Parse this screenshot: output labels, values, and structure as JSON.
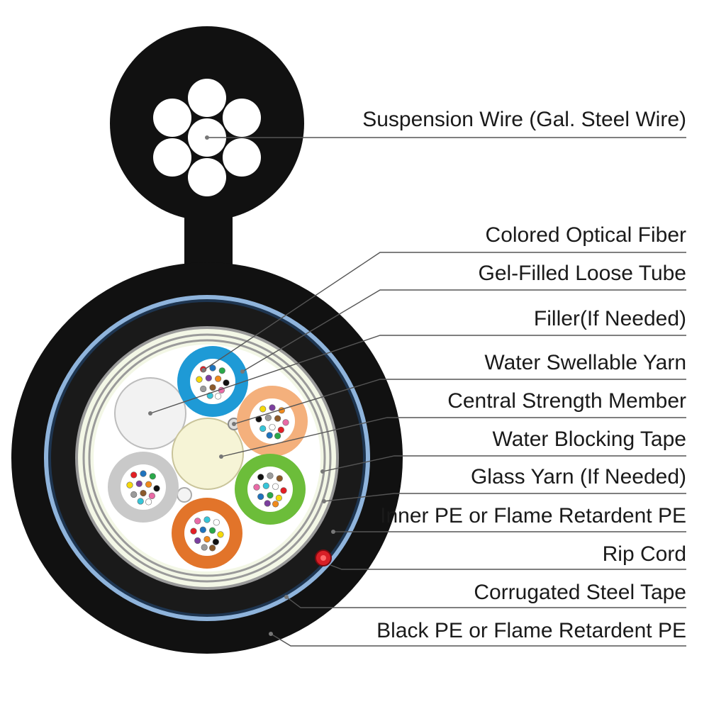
{
  "labels": [
    "Suspension Wire (Gal. Steel Wire)",
    "Colored Optical Fiber",
    "Gel-Filled Loose Tube",
    "Filler(If Needed)",
    "Water Swellable Yarn",
    "Central Strength Member",
    "Water Blocking Tape",
    "Glass Yarn  (If Needed)",
    "Inner PE or Flame Retardent PE",
    "Rip Cord",
    "Corrugated Steel Tape",
    "Black PE or Flame Retardent PE"
  ],
  "colors": {
    "outer_sheath": "#111111",
    "steel_tape": "#8fb4dc",
    "inner_pe": "#1a1a1a",
    "core_bg": "#ffffff",
    "central_member": "#f6f4d6",
    "filler": "#f2f2f2",
    "rip_cord": "#d81f26",
    "glass_yarn_ring": "#f3f7e6"
  },
  "loose_tubes": [
    {
      "color": "#1e9ad6"
    },
    {
      "color": "#f4b07c"
    },
    {
      "color": "#6cbd3a"
    },
    {
      "color": "#e2742a"
    },
    {
      "color": "#c9c9c9"
    }
  ],
  "fiber_colors": [
    "#e31e24",
    "#1e73be",
    "#2aa84a",
    "#f5d90a",
    "#7b3f9e",
    "#f08a1c",
    "#111111",
    "#9b9b9b",
    "#8b5a2b",
    "#e96aa6",
    "#36c5d8",
    "#ffffff"
  ]
}
